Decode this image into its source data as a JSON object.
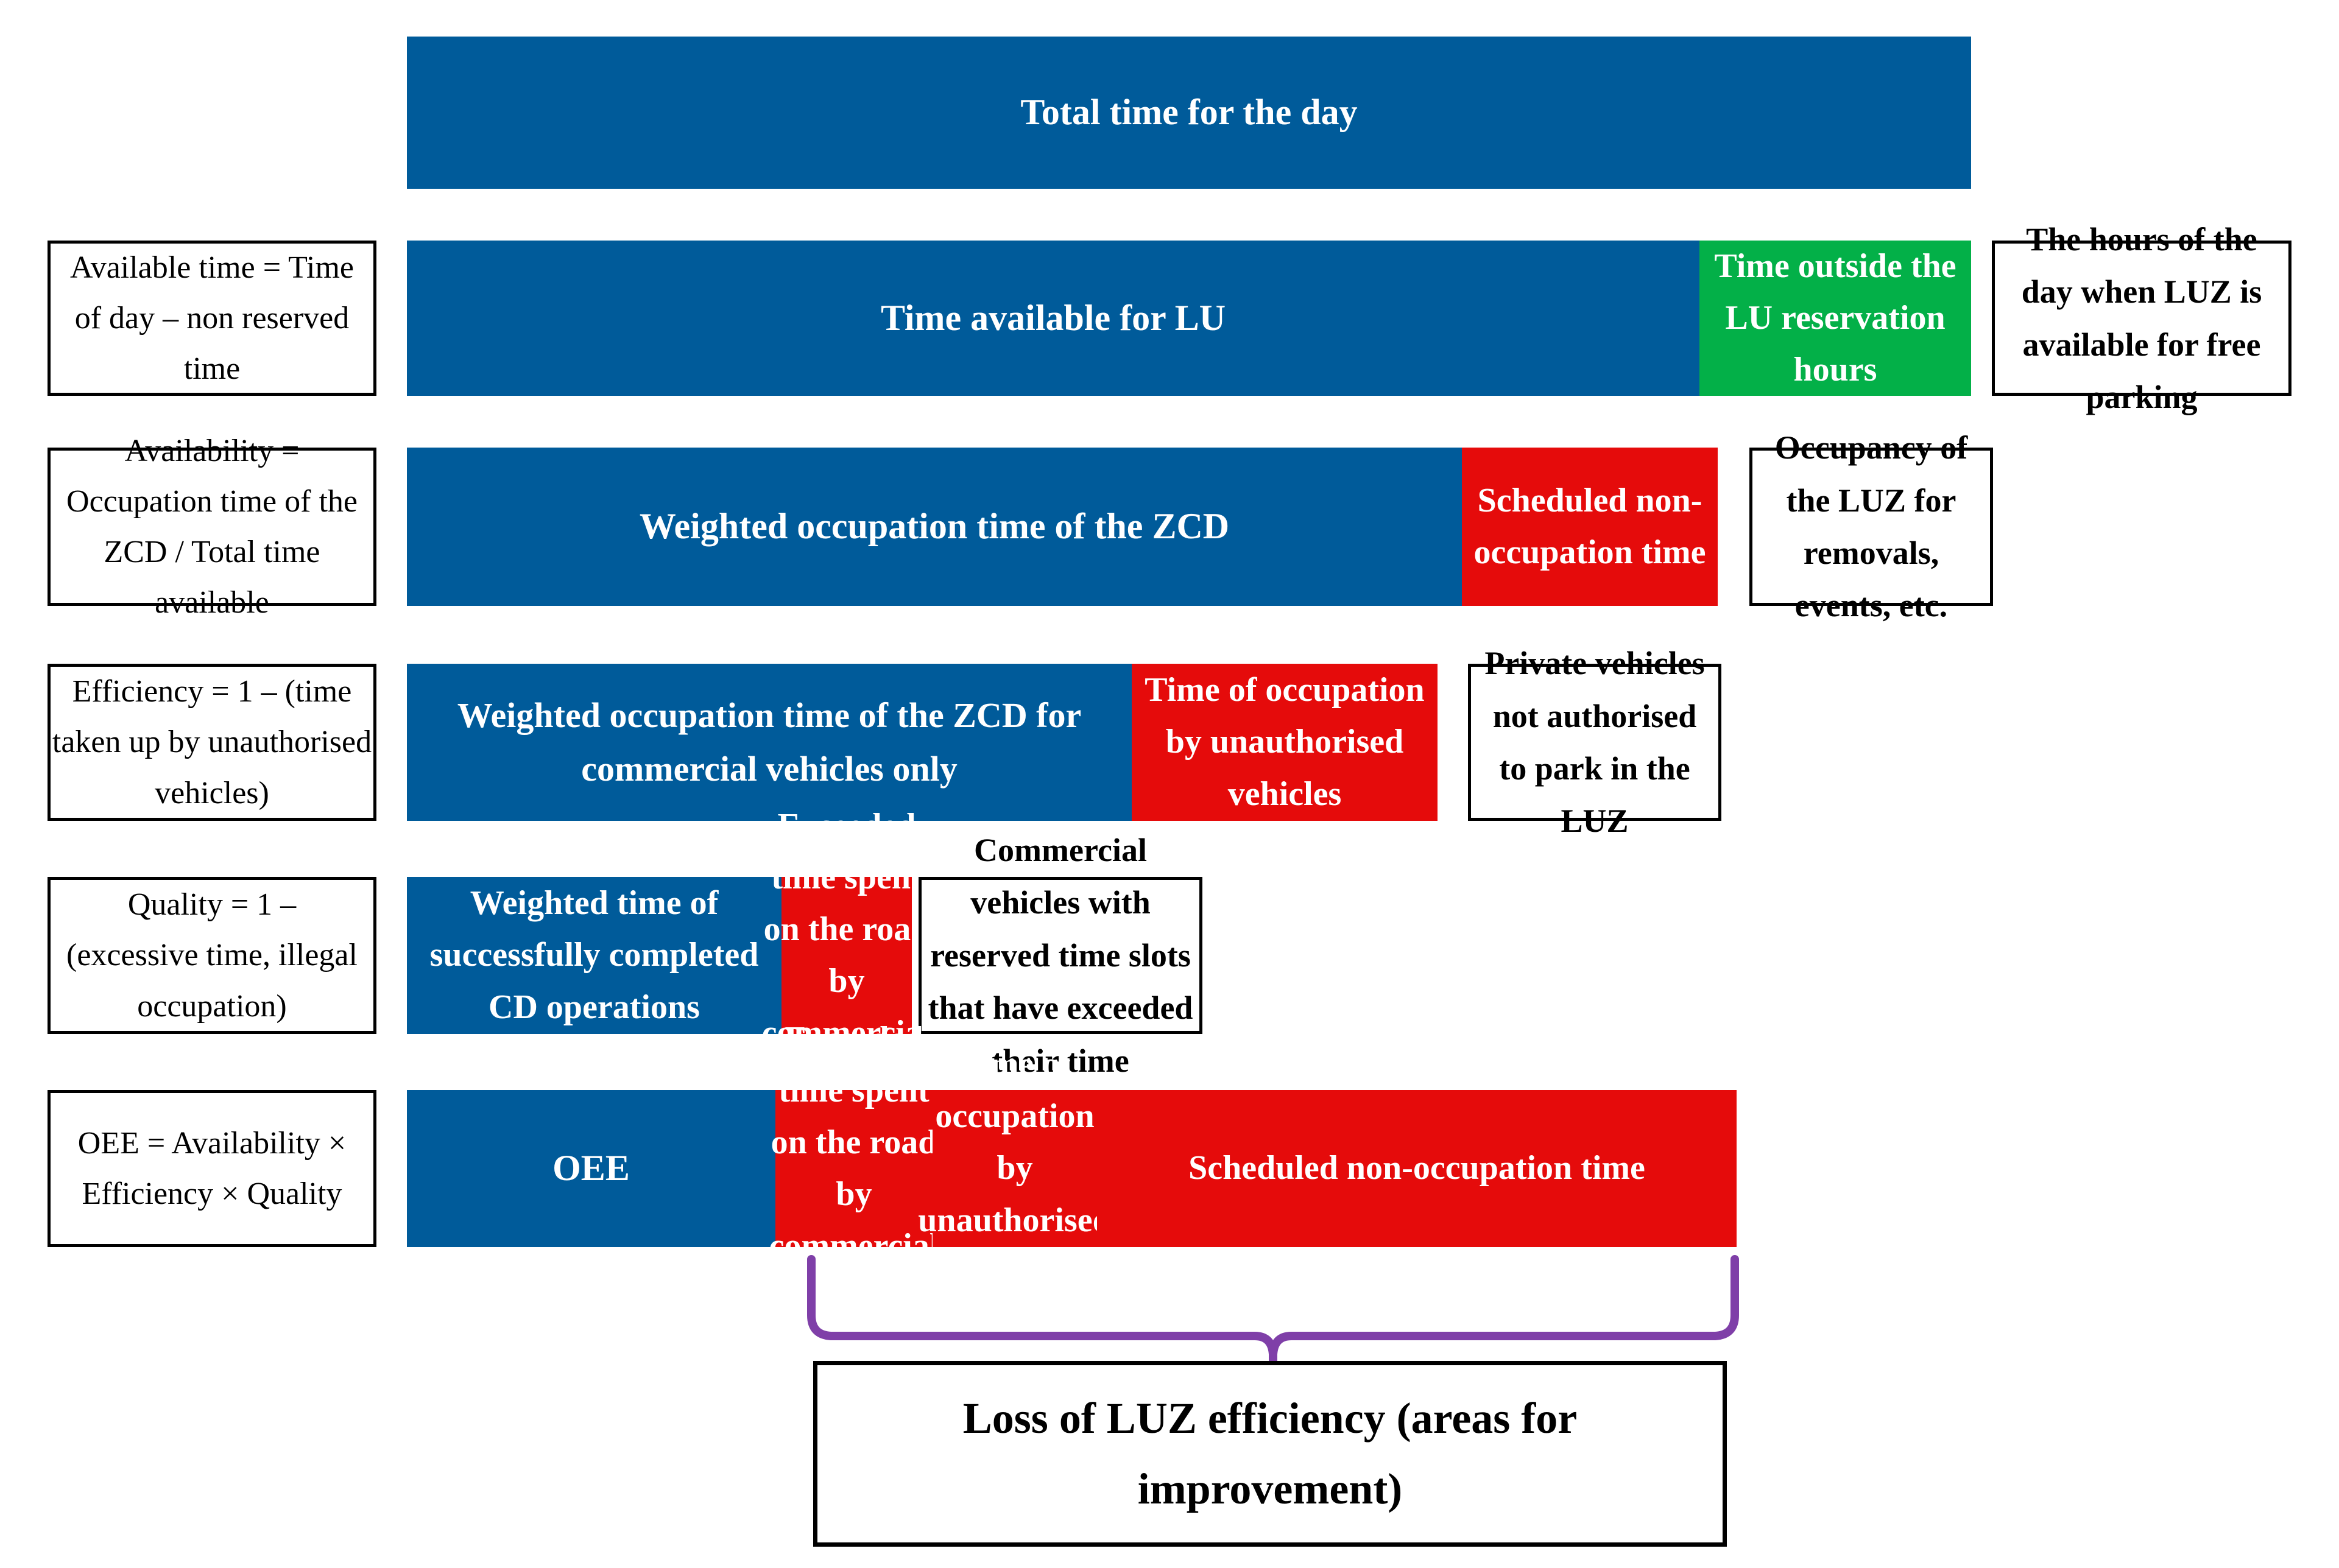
{
  "diagram": {
    "title_row": {
      "bar_label": "Total time for the day"
    },
    "colors": {
      "blue": "#005B9A",
      "red": "#E50B0B",
      "green": "#03B048",
      "brace_purple": "#7F3FA8",
      "outline_black": "#000000",
      "bar_text": "#FFFFFF"
    },
    "rows": [
      {
        "id": "row-total-time",
        "left_label": null,
        "segments": [
          {
            "id": "seg-total-time",
            "color": "blue",
            "label": "Total time for the day"
          }
        ],
        "right_note": null
      },
      {
        "id": "row-available-time",
        "left_label": "Available time = Time of day – non reserved time",
        "segments": [
          {
            "id": "seg-time-available-lu",
            "color": "blue",
            "label": "Time available for LU"
          },
          {
            "id": "seg-time-outside-lu",
            "color": "green",
            "label": "Time outside the LU reservation hours"
          }
        ],
        "right_note": "The hours of the day when LUZ is available for free parking"
      },
      {
        "id": "row-availability",
        "left_label": "Availability = Occupation time of the ZCD / Total time available",
        "segments": [
          {
            "id": "seg-weighted-occupation-zcd",
            "color": "blue",
            "label": "Weighted occupation time of the ZCD"
          },
          {
            "id": "seg-scheduled-non-occupation",
            "color": "red",
            "label": "Scheduled non-occupation time"
          }
        ],
        "right_note": "Occupancy of the LUZ for removals, events, etc."
      },
      {
        "id": "row-efficiency",
        "left_label": "Efficiency = 1 – (time taken up by unauthorised vehicles)",
        "segments": [
          {
            "id": "seg-weighted-occupation-commercial",
            "color": "blue",
            "label": "Weighted occupation time of the ZCD for commercial vehicles only"
          },
          {
            "id": "seg-time-unauthorised",
            "color": "red",
            "label": "Time of occupation by unauthorised vehicles"
          }
        ],
        "right_note": "Private vehicles not authorised to park in the LUZ"
      },
      {
        "id": "row-quality",
        "left_label": "Quality = 1 – (excessive time, illegal occupation)",
        "segments": [
          {
            "id": "seg-weighted-completed-cd",
            "color": "blue",
            "label": "Weighted time of successfully completed CD operations"
          },
          {
            "id": "seg-exceeded-time",
            "color": "red",
            "label": "Exceeded time spent on the road by commercial vehicles"
          }
        ],
        "right_note": "Commercial vehicles with reserved time slots that have exceeded their time"
      },
      {
        "id": "row-oee",
        "left_label": "OEE = Availability × Efficiency × Quality",
        "segments": [
          {
            "id": "seg-oee",
            "color": "blue",
            "label": "OEE"
          },
          {
            "id": "seg-oee-exceeded-time",
            "color": "red",
            "label": "Exceeded time spent on the road by commercial vehicles"
          },
          {
            "id": "seg-oee-unauthorised",
            "color": "red",
            "label": "Time of occupation by unauthorised vehicles"
          },
          {
            "id": "seg-oee-scheduled-non-occupation",
            "color": "red",
            "label": "Scheduled non-occupation time"
          }
        ],
        "right_note": null
      }
    ],
    "footer": {
      "brace_name": "curly-brace-connector",
      "conclusion": "Loss of LUZ efficiency (areas for improvement)"
    }
  }
}
